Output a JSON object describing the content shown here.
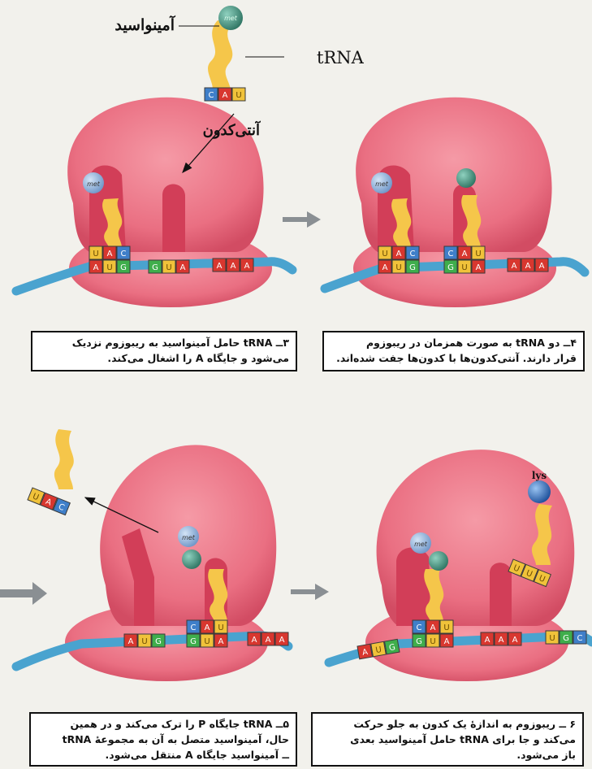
{
  "labels": {
    "amino_acid": "آمینواسید",
    "trna": "tRNA",
    "anticodon": "آنتی‌کدون",
    "met": "met",
    "lys": "lys"
  },
  "panels": [
    {
      "step": 3,
      "anticodons": [
        [
          "U",
          "A",
          "C"
        ],
        [
          "",
          ""
        ]
      ],
      "codons": [
        "A",
        "U",
        "G"
      ],
      "caption": [
        "۳ــ tRNA حامل آمینواسید به ریبوزوم نزدیک",
        "می‌شود و جایگاه A را اشغال می‌کند."
      ]
    },
    {
      "step": 4,
      "caption": [
        "۴ــ دو tRNA به صورت همزمان در ریبوزوم",
        "قرار دارند. آنتی‌کدون‌ها با کدون‌ها جفت شده‌اند."
      ]
    },
    {
      "step": 5,
      "caption": [
        "۵ــ tRNA جایگاه P را ترک می‌کند و در همین",
        "حال، آمینواسید متصل به آن به مجموعهٔ tRNA",
        "ــ آمینواسید جایگاه A منتقل می‌شود."
      ]
    },
    {
      "step": 6,
      "caption": [
        "۶ ــ ریبوزوم به اندازهٔ یک کدون به جلو حرکت",
        "می‌کند و جا برای tRNA حامل آمینواسید بعدی",
        "باز می‌شود."
      ]
    }
  ],
  "bases": {
    "p1_anticodon_P": [
      "U",
      "A",
      "C"
    ],
    "p1_codon_P": [
      "A",
      "U",
      "G"
    ],
    "p1_codon_A": [
      "G",
      "U",
      "A"
    ],
    "p1_codon_next": [
      "A",
      "A",
      "A"
    ],
    "p2_anticodon_P": [
      "U",
      "A",
      "C"
    ],
    "p2_codon_P": [
      "A",
      "U",
      "G"
    ],
    "p2_anticodon_A": [
      "C",
      "A",
      "U"
    ],
    "p2_codon_A": [
      "G",
      "U",
      "A"
    ],
    "p2_codon_next": [
      "A",
      "A",
      "A"
    ],
    "free_anticodon": [
      "C",
      "A",
      "U"
    ],
    "p3_leaving": [
      "U",
      "A",
      "C"
    ],
    "p3_codon_E": [
      "A",
      "U",
      "G"
    ],
    "p3_anticodon_A": [
      "C",
      "A",
      "U"
    ],
    "p3_codon_A": [
      "G",
      "U",
      "A"
    ],
    "p3_codon_next": [
      "A",
      "A",
      "A"
    ],
    "p4_codon_E": [
      "A",
      "U",
      "G"
    ],
    "p4_anticodon_P": [
      "C",
      "A",
      "U"
    ],
    "p4_codon_P": [
      "G",
      "U",
      "A"
    ],
    "p4_codon_A": [
      "A",
      "A",
      "A"
    ],
    "p4_codon_next": [
      "U",
      "G",
      "C"
    ],
    "p4_incoming": [
      "U",
      "U",
      "U"
    ]
  },
  "colors": {
    "ribosome": "#ea6f82",
    "ribosome_dark": "#d23e58",
    "trna": "#f5c64a",
    "mrna": "#4aa3cf",
    "met": "#8fb3d9",
    "amino_green": "#3f8f7b",
    "lys": "#2a68b8",
    "base_A": "#d8372f",
    "base_U": "#f0c23a",
    "base_G": "#3fae4c",
    "base_C": "#3f7fc9"
  }
}
